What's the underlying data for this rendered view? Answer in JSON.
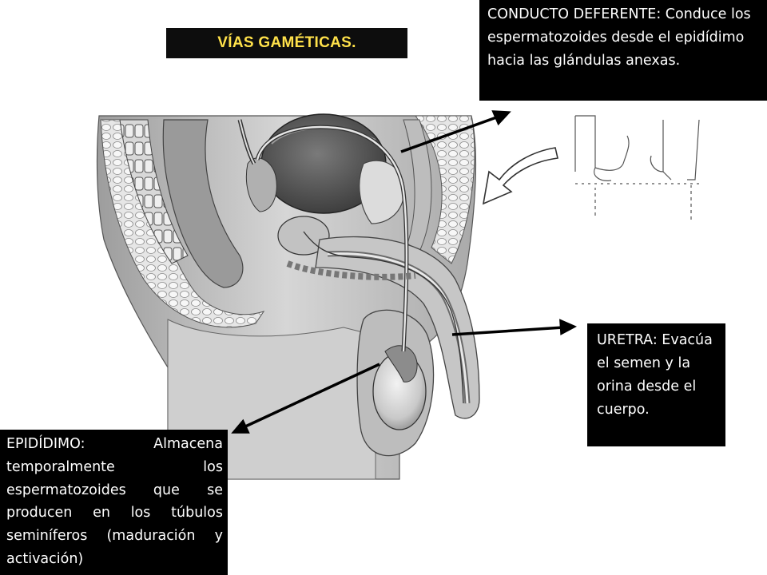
{
  "slide": {
    "title": "VÍAS GAMÉTICAS.",
    "labels": {
      "conducto": "CONDUCTO  DEFERENTE: Conduce los espermatozoides desde el epidídimo hacia las glándulas anexas.",
      "uretra": "URETRA: Evacúa el semen y la orina desde el cuerpo.",
      "epididimo": "EPIDÍDIMO: Almacena temporalmente los espermatozoides que se producen en los túbulos seminíferos (maduración y activación)"
    },
    "colors": {
      "title_bg": "#0d0d0d",
      "title_text": "#ffe14a",
      "label_bg": "#000000",
      "label_text": "#ffffff",
      "illustration_shade": "#b9b9b9"
    }
  }
}
